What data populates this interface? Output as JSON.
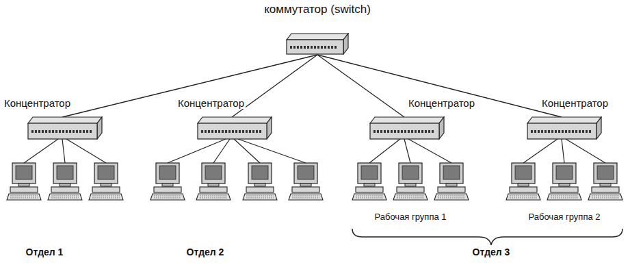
{
  "diagram": {
    "nodes": [
      {
        "text": [
          "коммутатор (switch)"
        ]
      },
      {
        "text": [
          "Концентратор"
        ]
      },
      {
        "text": [
          "Концентратор"
        ]
      },
      {
        "text": [
          "Концентратор"
        ]
      },
      {
        "text": [
          "Концентратор"
        ]
      }
    ],
    "edges": [
      {
        "from": 0,
        "to": 1,
        "arrow": "none"
      },
      {
        "from": 0,
        "to": 2,
        "arrow": "none"
      },
      {
        "from": 0,
        "to": 3,
        "arrow": "none"
      },
      {
        "from": 0,
        "to": 4,
        "arrow": "none"
      }
    ],
    "labels": [
      "Рабочая группа 1",
      "Рабочая группа 2",
      "Отдел 1",
      "Отдел 2",
      "Отдел 3"
    ]
  }
}
